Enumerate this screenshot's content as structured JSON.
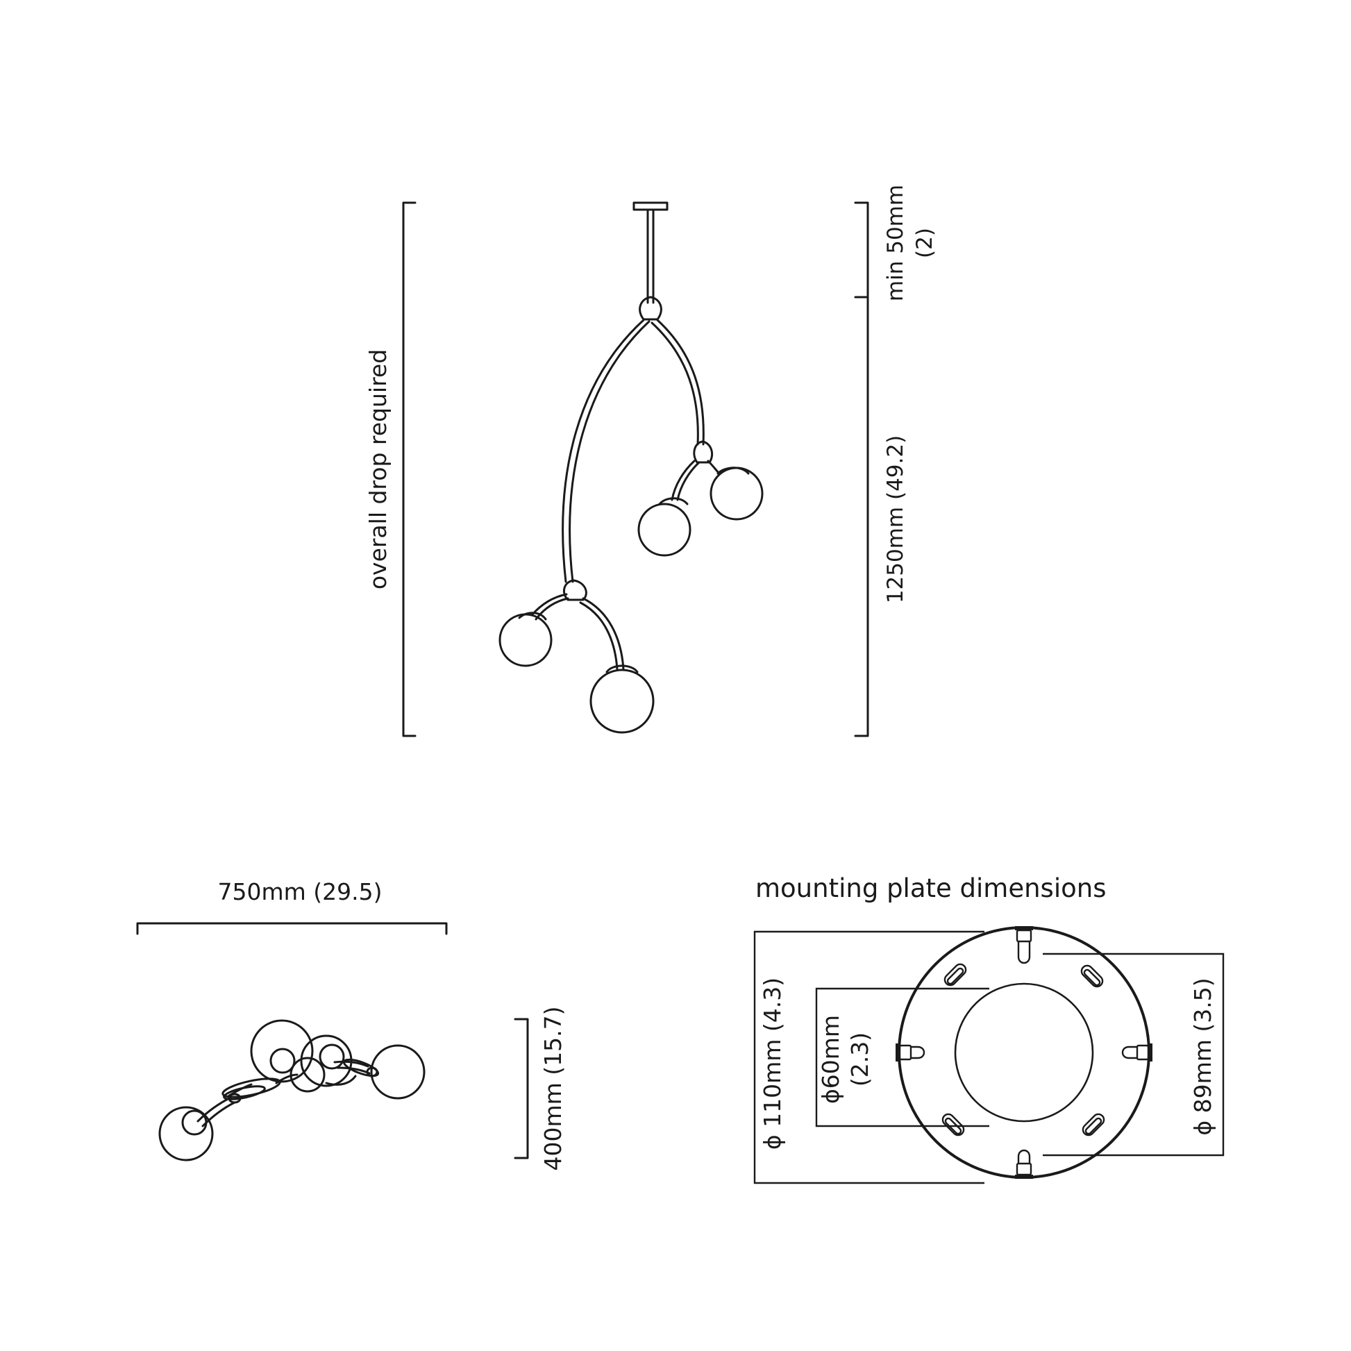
{
  "elevation": {
    "overall_drop_label": "overall drop required",
    "min_label": "min 50mm",
    "min_label_imperial": "(2)",
    "height_label": "1250mm (49.2)"
  },
  "plan": {
    "width_label": "750mm (29.5)",
    "depth_label": "400mm (15.7)"
  },
  "mounting_plate": {
    "title": "mounting plate dimensions",
    "outer_diameter_label": "ϕ 110mm (4.3)",
    "inner_diameter_label": "ϕ60mm",
    "inner_diameter_imperial": "(2.3)",
    "fixing_diameter_label": "ϕ 89mm (3.5)"
  },
  "colors": {
    "line": "#1a1a1a",
    "background": "#ffffff"
  }
}
